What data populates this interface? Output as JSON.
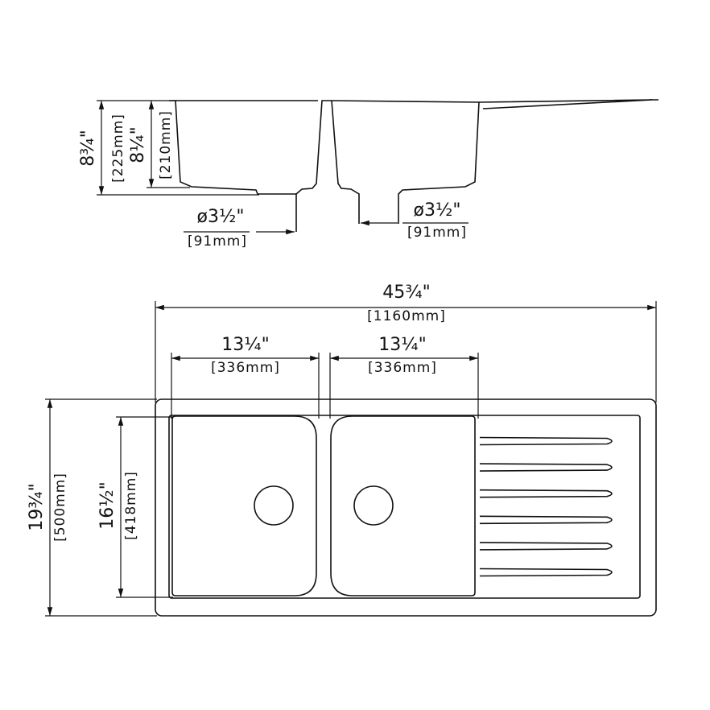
{
  "drawing": {
    "stroke_color": "#111111",
    "background": "#ffffff"
  },
  "side_view": {
    "total_depth": {
      "imperial": "8¾\"",
      "metric": "[225mm]"
    },
    "bowl_depth": {
      "imperial": "8¼\"",
      "metric": "[210mm]"
    },
    "drain_left": {
      "imperial": "ø3½\"",
      "metric": "[91mm]"
    },
    "drain_right": {
      "imperial": "ø3½\"",
      "metric": "[91mm]"
    }
  },
  "top_view": {
    "overall_width": {
      "imperial": "45¾\"",
      "metric": "[1160mm]"
    },
    "bowl_left_width": {
      "imperial": "13¼\"",
      "metric": "[336mm]"
    },
    "bowl_right_width": {
      "imperial": "13¼\"",
      "metric": "[336mm]"
    },
    "overall_depth": {
      "imperial": "19¾\"",
      "metric": "[500mm]"
    },
    "bowl_depth": {
      "imperial": "16½\"",
      "metric": "[418mm]"
    },
    "drainboard_grooves": 6
  }
}
